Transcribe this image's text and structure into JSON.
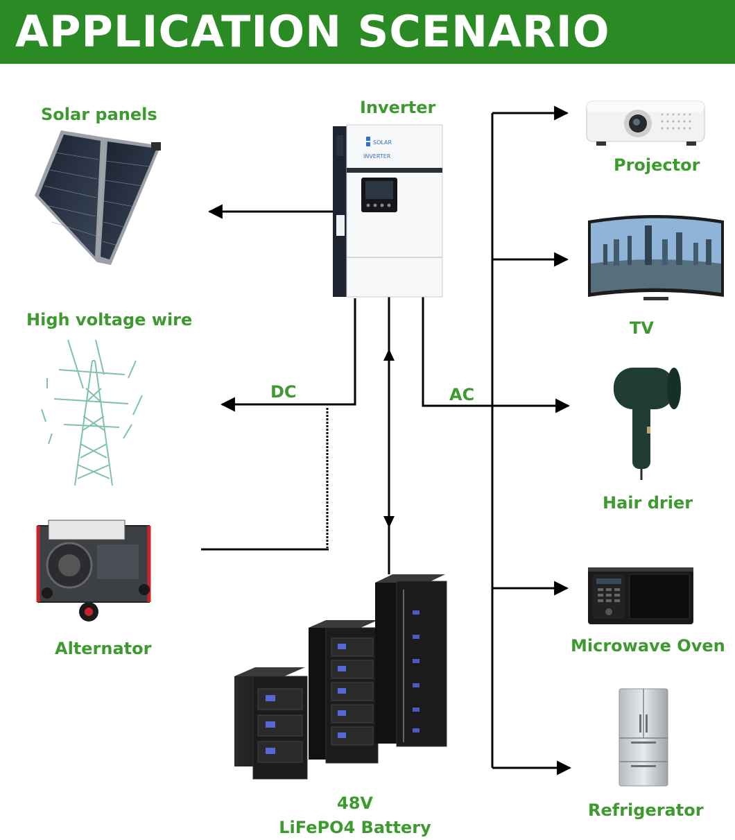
{
  "title": "APPLICATION SCENARIO",
  "colors": {
    "banner": "#2a8a23",
    "label_green": "#3c9a2e",
    "line": "#000000"
  },
  "inverter": {
    "label": "Inverter",
    "brand_line1": "SOLAR",
    "brand_line2": "INVERTER"
  },
  "sources": [
    {
      "label": "Solar panels",
      "icon": "solar-panel-icon"
    },
    {
      "label": "High voltage wire",
      "icon": "power-tower-icon"
    },
    {
      "label": "Alternator",
      "icon": "generator-icon"
    }
  ],
  "links": {
    "dc_label": "DC",
    "ac_label": "AC"
  },
  "battery": {
    "line1": "48V",
    "line2": "LiFePO4 Battery",
    "icon": "battery-rack-icon"
  },
  "loads": [
    {
      "label": "Projector",
      "icon": "projector-icon"
    },
    {
      "label": "TV",
      "icon": "tv-icon"
    },
    {
      "label": "Hair drier",
      "icon": "hair-dryer-icon"
    },
    {
      "label": "Microwave Oven",
      "icon": "microwave-icon"
    },
    {
      "label": "Refrigerator",
      "icon": "refrigerator-icon"
    }
  ]
}
